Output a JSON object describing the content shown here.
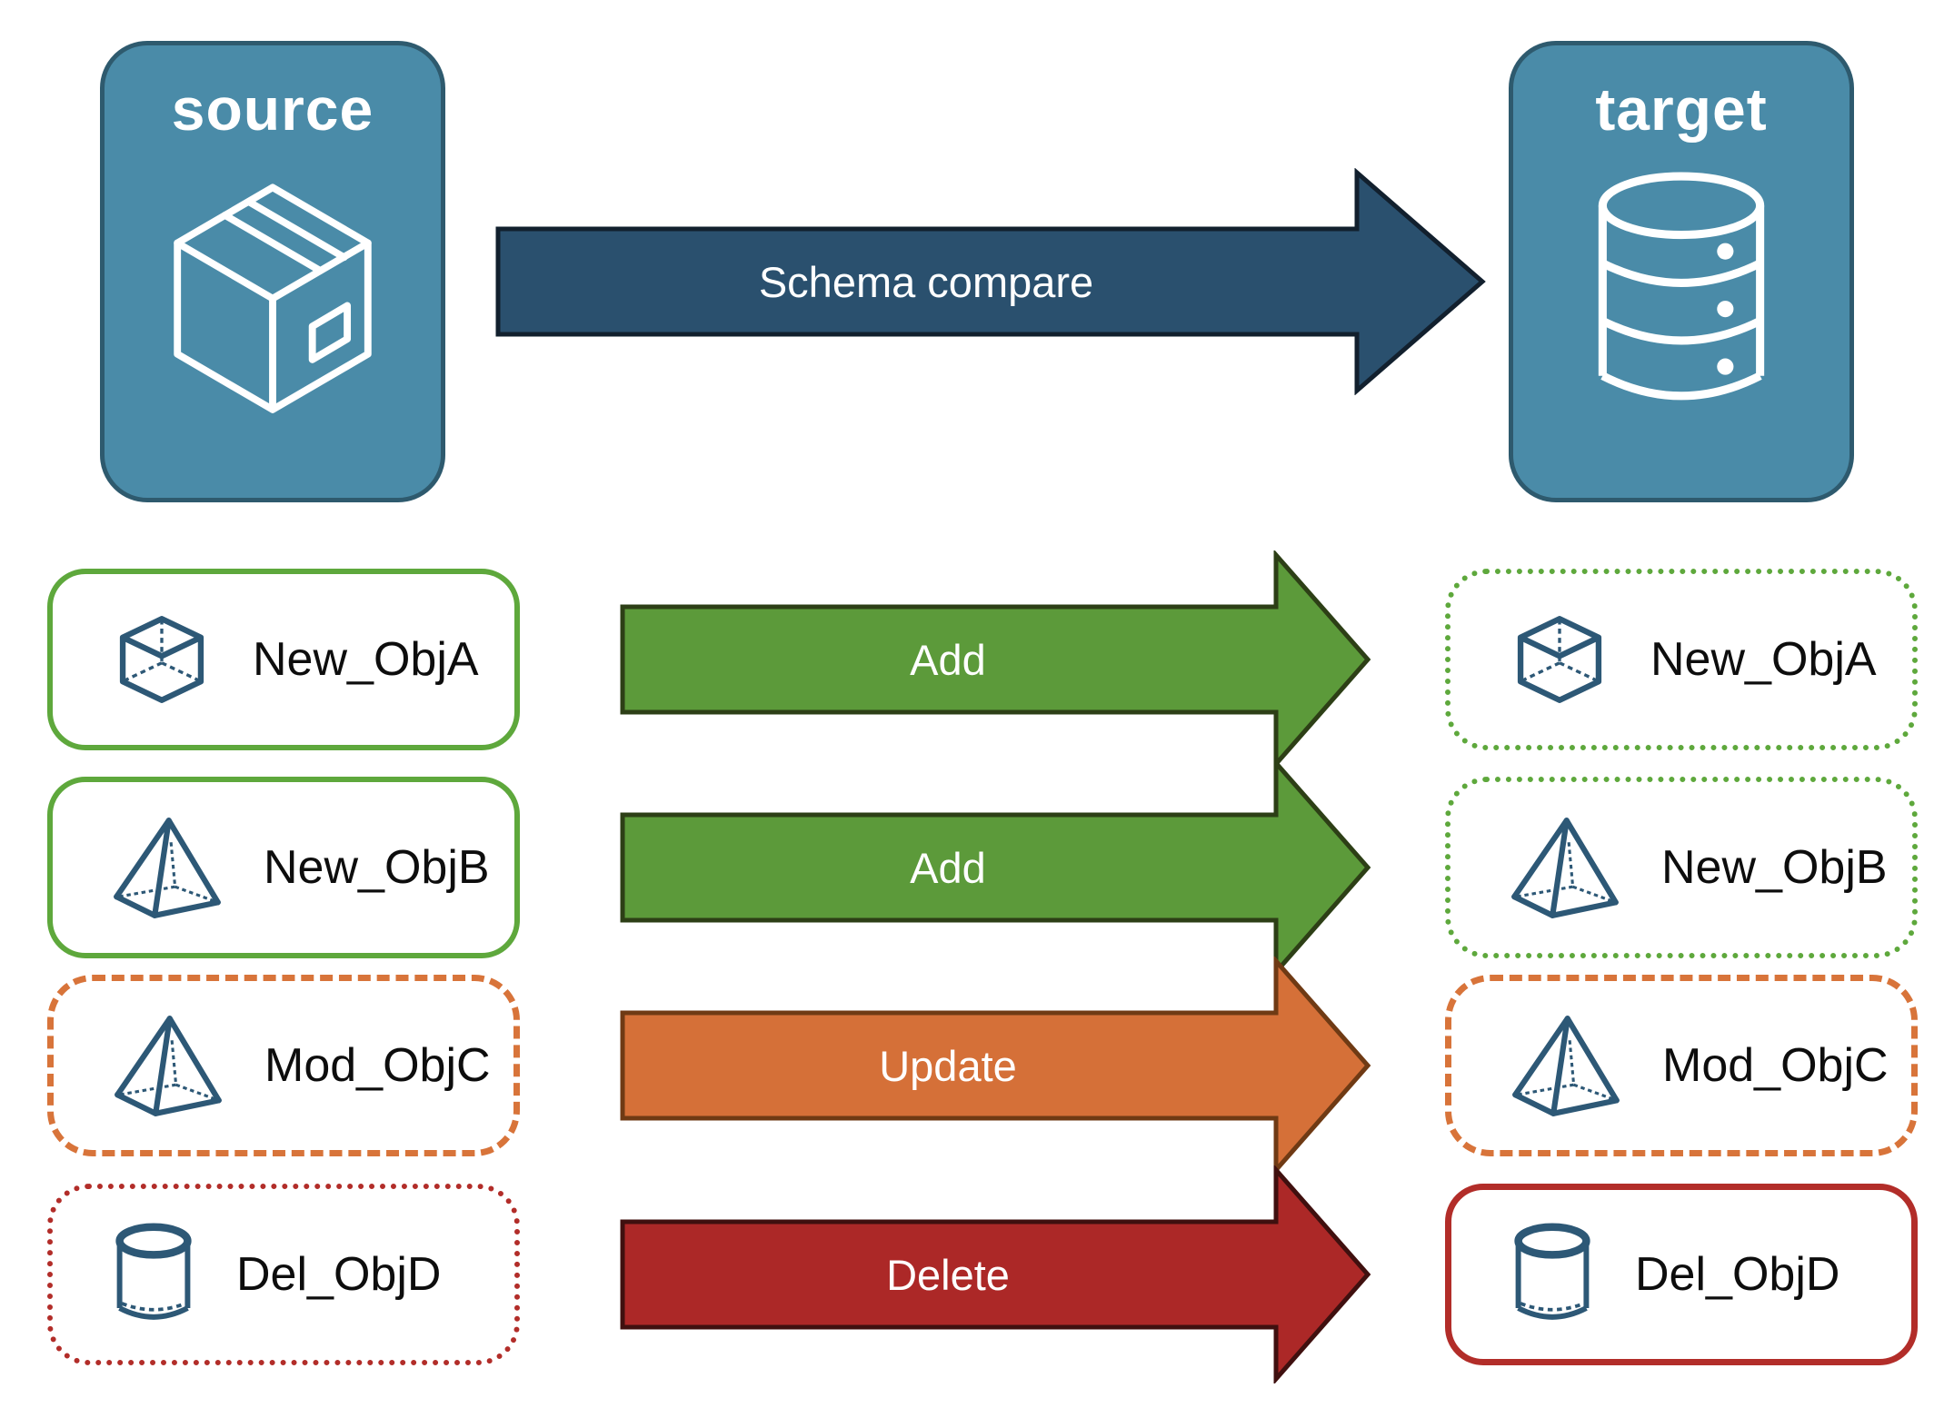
{
  "nodes": {
    "source": {
      "label": "source",
      "icon": "package-icon"
    },
    "target": {
      "label": "target",
      "icon": "database-icon"
    }
  },
  "compare_arrow": {
    "label": "Schema compare"
  },
  "rows": [
    {
      "object": "New_ObjA",
      "action": "Add",
      "icon": "cube-icon",
      "source_border": "solid-green",
      "target_border": "dotted-green"
    },
    {
      "object": "New_ObjB",
      "action": "Add",
      "icon": "pyramid-icon",
      "source_border": "solid-green",
      "target_border": "dotted-green"
    },
    {
      "object": "Mod_ObjC",
      "action": "Update",
      "icon": "pyramid-icon",
      "source_border": "dashed-orange",
      "target_border": "dashed-orange"
    },
    {
      "object": "Del_ObjD",
      "action": "Delete",
      "icon": "cylinder-icon",
      "source_border": "dotted-red",
      "target_border": "solid-red"
    }
  ],
  "colors": {
    "node_fill": "#4a8ba8",
    "node_border": "#2e5a6e",
    "compare_arrow_fill": "#2a506e",
    "add_green": "#5c9a3a",
    "update_orange": "#d57038",
    "delete_red": "#ac2827",
    "green_border": "#5ea83c",
    "orange_border": "#d8743a",
    "red_border": "#b22d29",
    "icon_blue": "#2d5876",
    "label_text": "#0d0d0d",
    "arrow_text": "#ffffff"
  }
}
